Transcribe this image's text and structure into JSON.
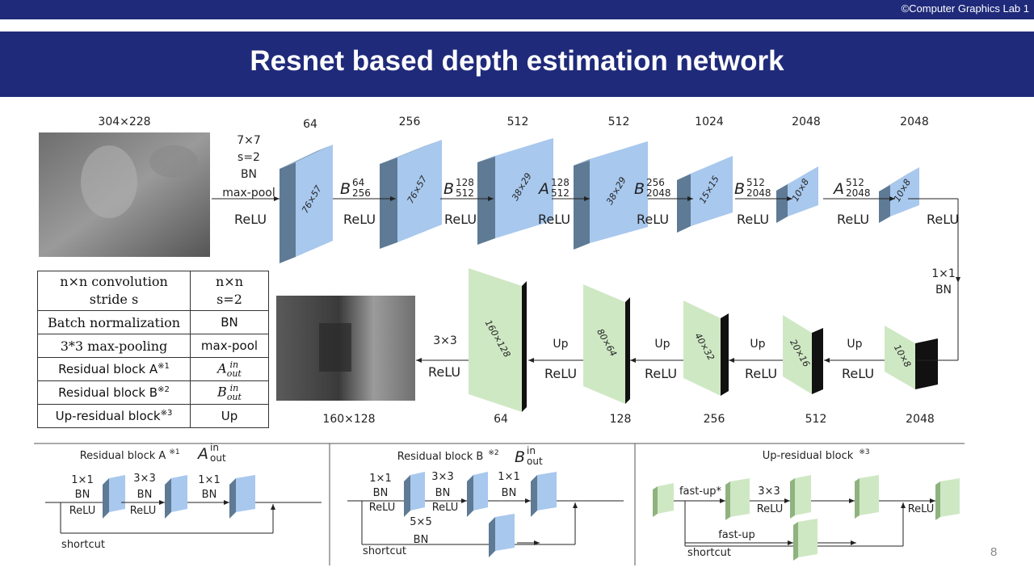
{
  "header": {
    "copyright": "©Computer Graphics Lab 1",
    "title": "Resnet based depth estimation network",
    "page_number": "8"
  },
  "encoder": {
    "input_size": "304×228",
    "first_op": [
      "7×7",
      "s=2",
      "BN",
      "max-pool"
    ],
    "relu": "ReLU",
    "channels": [
      "64",
      "256",
      "512",
      "512",
      "1024",
      "2048",
      "2048"
    ],
    "dims": [
      "76×57",
      "76×57",
      "38×29",
      "38×29",
      "15×15",
      "10×8",
      "10×8"
    ],
    "blocks": [
      {
        "letter": "B",
        "sup": "64",
        "sub": "256"
      },
      {
        "letter": "B",
        "sup": "128",
        "sub": "512"
      },
      {
        "letter": "A",
        "sup": "128",
        "sub": "512"
      },
      {
        "letter": "B",
        "sup": "256",
        "sub": "2048"
      },
      {
        "letter": "B",
        "sup": "512",
        "sub": "2048"
      },
      {
        "letter": "A",
        "sup": "512",
        "sub": "2048"
      }
    ]
  },
  "bridge": {
    "conv": "1×1",
    "bn": "BN"
  },
  "decoder": {
    "output_size": "160×128",
    "final_conv": "3×3",
    "relu": "ReLU",
    "up": "Up",
    "channels": [
      "64",
      "128",
      "256",
      "512",
      "2048"
    ],
    "dims": [
      "160×128",
      "80×64",
      "40×32",
      "20×16",
      "10×8"
    ]
  },
  "legend": {
    "rows": [
      {
        "key_line1": "n×n convolution",
        "key_line2": "stride s",
        "val_line1": "n×n",
        "val_line2": "s=2"
      },
      {
        "key": "Batch normalization",
        "val": "BN"
      },
      {
        "key": "3*3 max-pooling",
        "val": "max-pool"
      },
      {
        "key": "Residual block A",
        "key_mark": "※1",
        "val_letter": "A",
        "val_sup": "in",
        "val_sub": "out"
      },
      {
        "key": "Residual block B",
        "key_mark": "※2",
        "val_letter": "B",
        "val_sup": "in",
        "val_sub": "out"
      },
      {
        "key": "Up-residual block",
        "key_mark": "※3",
        "val": "Up"
      }
    ]
  },
  "panels": {
    "a": {
      "title": "Residual block A",
      "mark": "※1",
      "sym_letter": "A",
      "sup": "in",
      "sub": "out",
      "ops": [
        "1×1",
        "BN",
        "ReLU",
        "3×3",
        "BN",
        "ReLU",
        "1×1",
        "BN"
      ],
      "shortcut": "shortcut"
    },
    "b": {
      "title": "Residual block B",
      "mark": "※2",
      "sym_letter": "B",
      "sup": "in",
      "sub": "out",
      "ops": [
        "1×1",
        "BN",
        "ReLU",
        "3×3",
        "BN",
        "ReLU",
        "1×1",
        "BN",
        "5×5",
        "BN"
      ],
      "shortcut": "shortcut"
    },
    "up": {
      "title": "Up-residual block",
      "mark": "※3",
      "ops": [
        "fast-up*",
        "3×3",
        "ReLU",
        "ReLU",
        "fast-up"
      ],
      "shortcut": "shortcut"
    }
  },
  "colors": {
    "banner": "#1f2a7a",
    "encoder_block": "#a8c8ee",
    "decoder_block": "#cfe8c4",
    "block_side": "#5e7a94"
  }
}
